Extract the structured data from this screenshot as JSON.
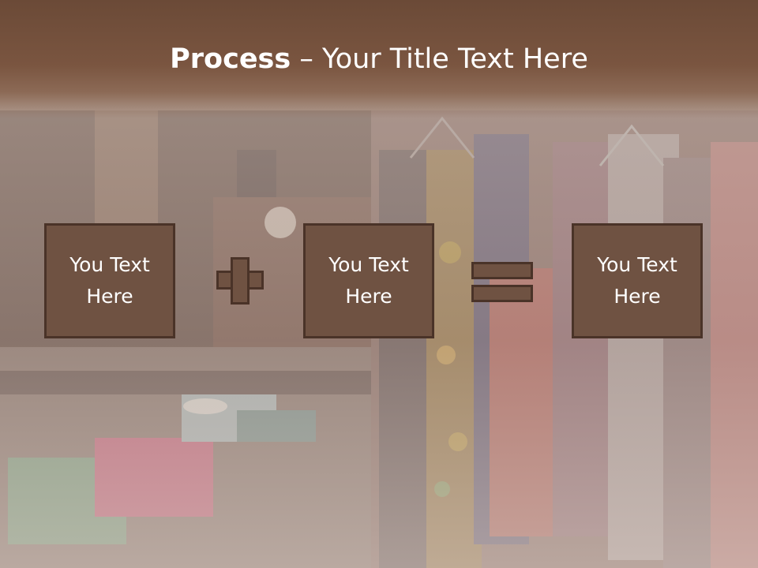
{
  "slide": {
    "title_bold": "Process",
    "title_rest": " – Your Title Text Here",
    "boxes": [
      {
        "text": "You Text\nHere"
      },
      {
        "text": "You Text\nHere"
      },
      {
        "text": "You Text\nHere"
      }
    ],
    "operators": [
      "plus",
      "equals"
    ]
  },
  "colors": {
    "header": "#6b4a37",
    "box_fill": "#6f5242",
    "box_border": "#4a3328",
    "text": "#ffffff"
  }
}
